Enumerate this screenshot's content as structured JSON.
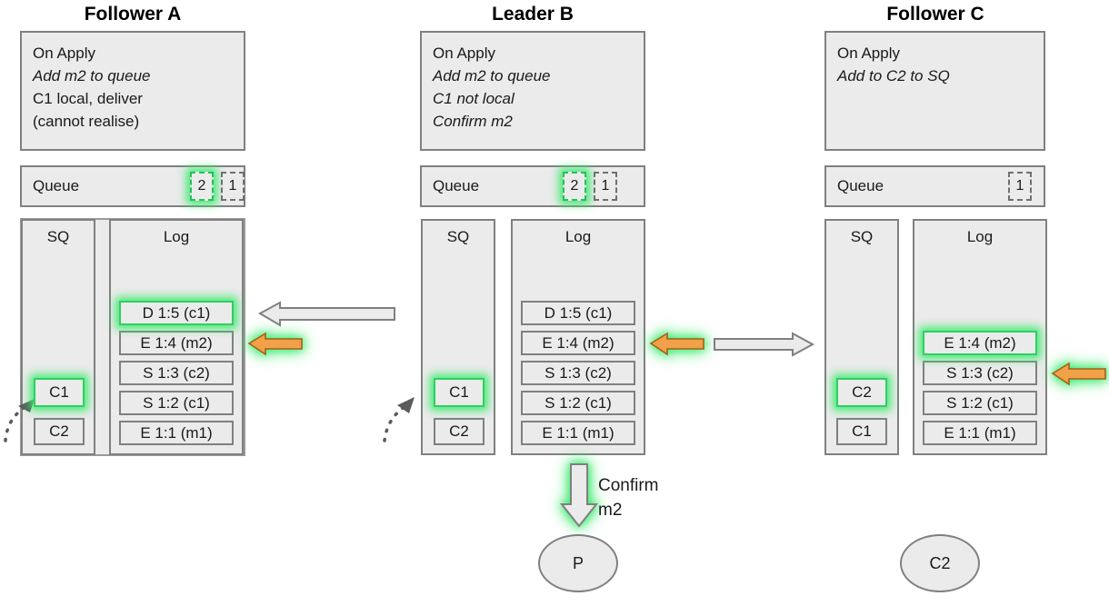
{
  "columns": [
    {
      "id": "follower-a",
      "title": "Follower A",
      "on_apply": {
        "line1": "On Apply",
        "line2": "Add m2 to queue",
        "line3": "C1 local, deliver",
        "line4": "(cannot realise)"
      },
      "queue": {
        "label": "Queue",
        "items": [
          {
            "value": "2",
            "highlighted": true
          },
          {
            "value": "1",
            "highlighted": false
          }
        ]
      },
      "sq": {
        "title": "SQ",
        "items": [
          {
            "value": "C1",
            "highlighted": true
          },
          {
            "value": "C2",
            "highlighted": false
          }
        ]
      },
      "log": {
        "title": "Log",
        "entries": [
          {
            "value": "D 1:5 (c1)",
            "highlighted": true
          },
          {
            "value": "E 1:4 (m2)",
            "highlighted": false
          },
          {
            "value": "S 1:3 (c2)",
            "highlighted": false
          },
          {
            "value": "S 1:2 (c1)",
            "highlighted": false
          },
          {
            "value": "E 1:1 (m1)",
            "highlighted": false
          }
        ]
      }
    },
    {
      "id": "leader-b",
      "title": "Leader B",
      "on_apply": {
        "line1": "On Apply",
        "line2": "Add m2 to queue",
        "line3": "C1 not local",
        "line4": "Confirm m2"
      },
      "queue": {
        "label": "Queue",
        "items": [
          {
            "value": "2",
            "highlighted": true
          },
          {
            "value": "1",
            "highlighted": false
          }
        ]
      },
      "sq": {
        "title": "SQ",
        "items": [
          {
            "value": "C1",
            "highlighted": true
          },
          {
            "value": "C2",
            "highlighted": false
          }
        ]
      },
      "log": {
        "title": "Log",
        "entries": [
          {
            "value": "D 1:5 (c1)",
            "highlighted": false
          },
          {
            "value": "E 1:4 (m2)",
            "highlighted": false
          },
          {
            "value": "S 1:3 (c2)",
            "highlighted": false
          },
          {
            "value": "S 1:2 (c1)",
            "highlighted": false
          },
          {
            "value": "E 1:1 (m1)",
            "highlighted": false
          }
        ]
      }
    },
    {
      "id": "follower-c",
      "title": "Follower C",
      "on_apply": {
        "line1": "On Apply",
        "line2": "Add to C2 to SQ",
        "line3": "",
        "line4": ""
      },
      "queue": {
        "label": "Queue",
        "items": [
          {
            "value": "1",
            "highlighted": false
          }
        ]
      },
      "sq": {
        "title": "SQ",
        "items": [
          {
            "value": "C2",
            "highlighted": true
          },
          {
            "value": "C1",
            "highlighted": false
          }
        ]
      },
      "log": {
        "title": "Log",
        "entries": [
          {
            "value": "E 1:4 (m2)",
            "highlighted": true
          },
          {
            "value": "S 1:3 (c2)",
            "highlighted": false
          },
          {
            "value": "S 1:2 (c1)",
            "highlighted": false
          },
          {
            "value": "E 1:1 (m1)",
            "highlighted": false
          }
        ]
      }
    }
  ],
  "annotations": {
    "confirm_note": "Confirm\nm2",
    "client_p": "P",
    "client_c2": "C2"
  },
  "colors": {
    "panel_fill": "#ebebeb",
    "panel_border": "#808080",
    "highlight_green": "#3ceb6e",
    "orange_arrow": "#f2a049",
    "orange_arrow_border": "#9e6218",
    "hollow_arrow_fill": "#ebebeb",
    "hollow_arrow_border": "#808080",
    "text": "#1a1a1a"
  }
}
